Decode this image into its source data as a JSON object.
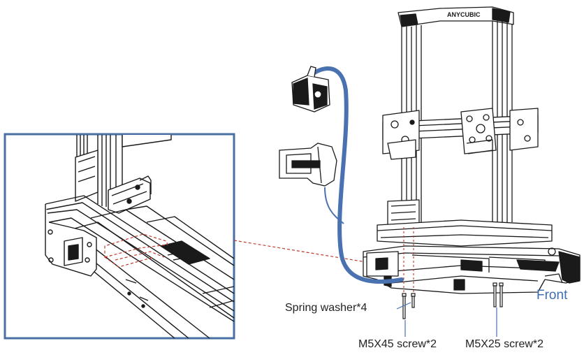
{
  "labels": {
    "spring_washer": "Spring washer*4",
    "m5x45": "M5X45 screw*2",
    "m5x25": "M5X25 screw*2",
    "front": "Front",
    "brand": "ANYCUBIC"
  },
  "colors": {
    "frame_blue": "#4a6fa5",
    "cable_blue": "#4a72b0",
    "dash_red": "#c0392b",
    "front_text": "#3f6fb0",
    "line": "#1a1a1a"
  }
}
